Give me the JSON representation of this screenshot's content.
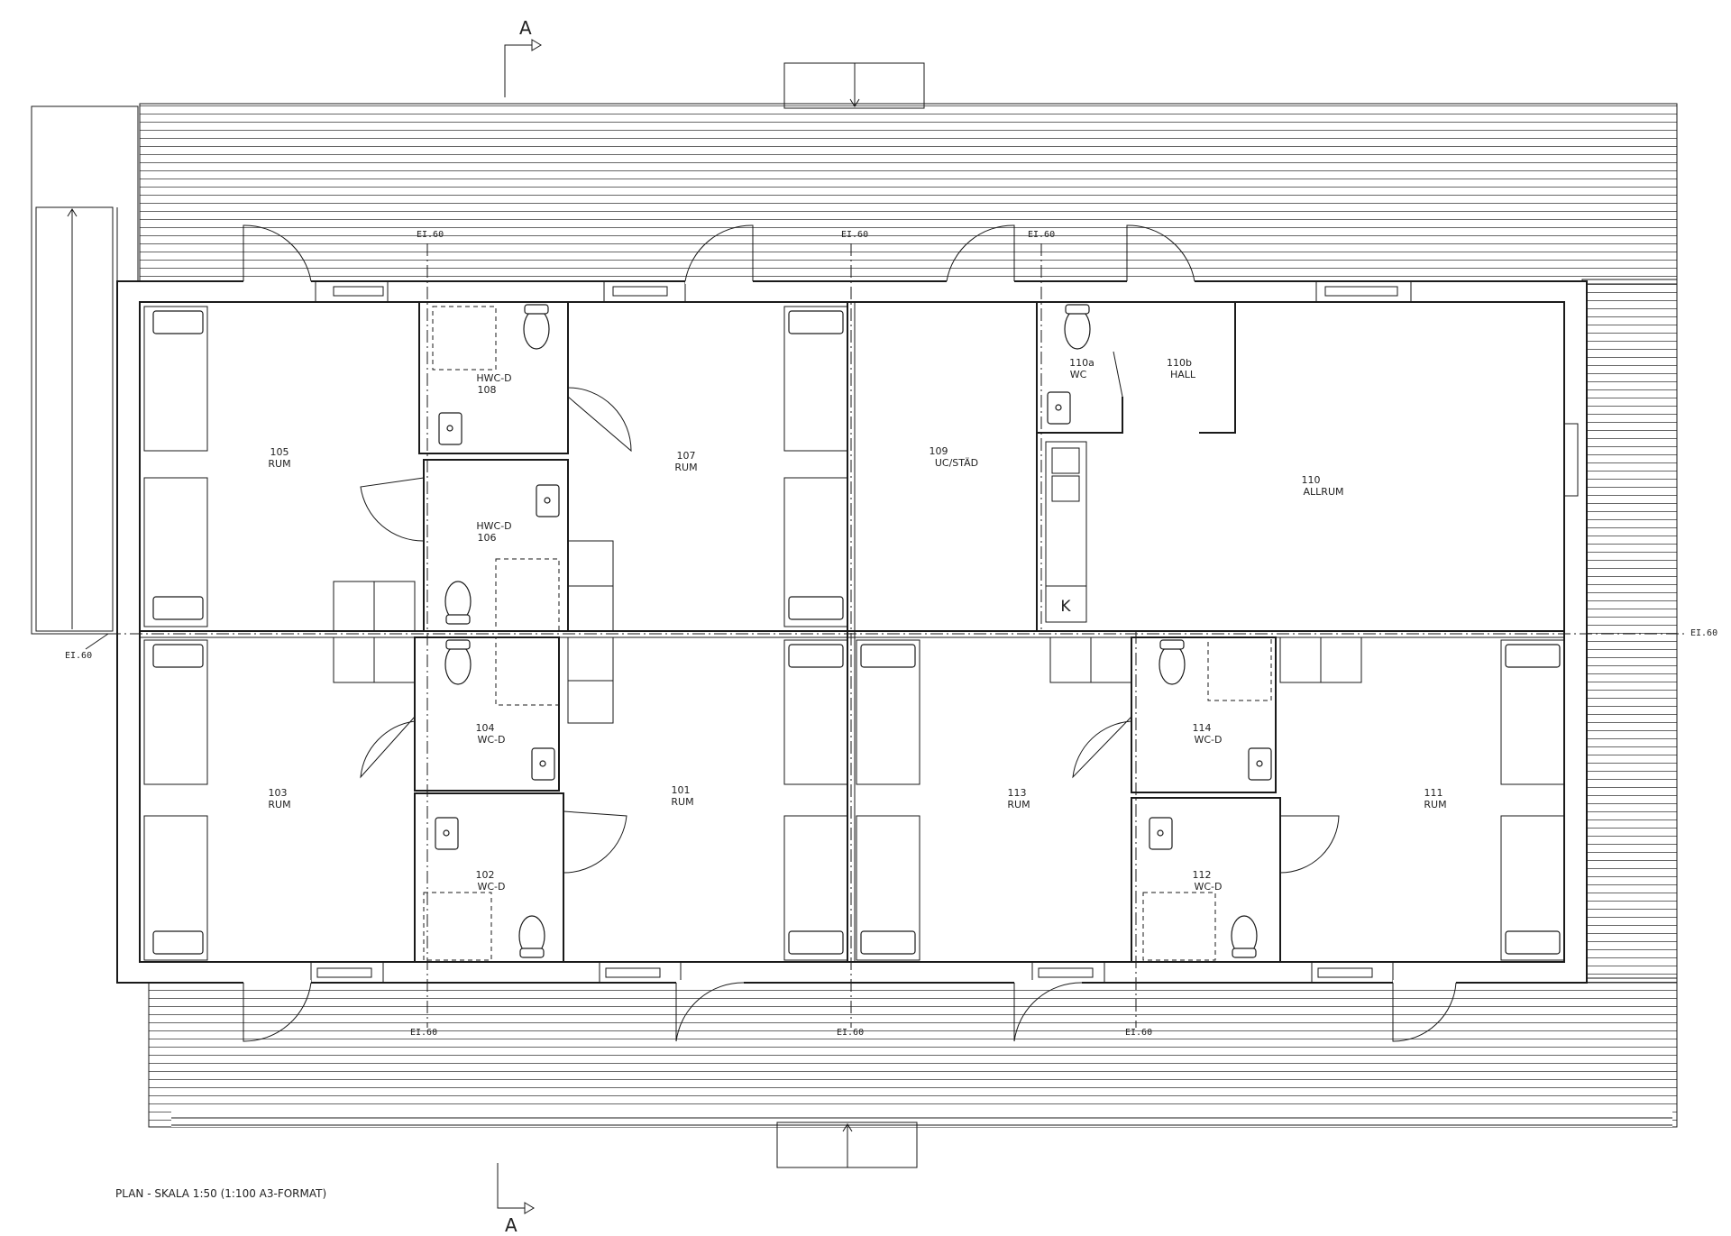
{
  "rooms": [
    {
      "id": "r105",
      "number": "105",
      "name": "RUM"
    },
    {
      "id": "r108",
      "number": "HWC-D",
      "name": "108"
    },
    {
      "id": "r106",
      "number": "HWC-D",
      "name": "106"
    },
    {
      "id": "r107",
      "number": "107",
      "name": "RUM"
    },
    {
      "id": "r109",
      "number": "109",
      "name": "UC/STÄD"
    },
    {
      "id": "r110a",
      "number": "110a",
      "name": "WC"
    },
    {
      "id": "r110b",
      "number": "110b",
      "name": "HALL"
    },
    {
      "id": "r110",
      "number": "110",
      "name": "ALLRUM"
    },
    {
      "id": "r103",
      "number": "103",
      "name": "RUM"
    },
    {
      "id": "r104",
      "number": "104",
      "name": "WC-D"
    },
    {
      "id": "r102",
      "number": "102",
      "name": "WC-D"
    },
    {
      "id": "r101",
      "number": "101",
      "name": "RUM"
    },
    {
      "id": "r113",
      "number": "113",
      "name": "RUM"
    },
    {
      "id": "r114",
      "number": "114",
      "name": "WC-D"
    },
    {
      "id": "r112",
      "number": "112",
      "name": "WC-D"
    },
    {
      "id": "r111",
      "number": "111",
      "name": "RUM"
    }
  ],
  "elevations": {
    "label": "EI.60",
    "top": [
      "EI.60",
      "EI.60",
      "EI.60"
    ],
    "bottom": [
      "EI.60",
      "EI.60",
      "EI.60"
    ],
    "left": "EI.60",
    "right": "EI.60"
  },
  "section_markers": {
    "top": "A",
    "bottom": "A"
  },
  "kitchen_mark": "K",
  "caption": "PLAN - SKALA 1:50 (1:100 A3-FORMAT)"
}
